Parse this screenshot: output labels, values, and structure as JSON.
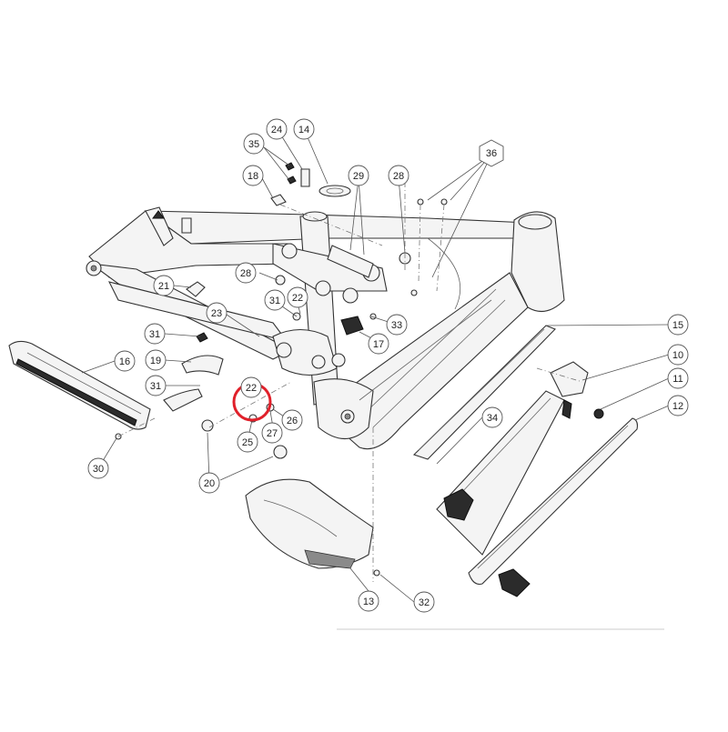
{
  "diagram": {
    "labels": {
      "l10": "10",
      "l11": "11",
      "l12": "12",
      "l13": "13",
      "l14": "14",
      "l15": "15",
      "l16": "16",
      "l17": "17",
      "l18": "18",
      "l19": "19",
      "l20": "20",
      "l21": "21",
      "l22a": "22",
      "l22b": "22",
      "l23": "23",
      "l24": "24",
      "l25": "25",
      "l26": "26",
      "l27": "27",
      "l28a": "28",
      "l28b": "28",
      "l29": "29",
      "l30": "30",
      "l31a": "31",
      "l31b": "31",
      "l31c": "31",
      "l32": "32",
      "l33": "33",
      "l34": "34",
      "l35": "35",
      "l36": "36"
    },
    "highlight_color": "#e0202a"
  }
}
